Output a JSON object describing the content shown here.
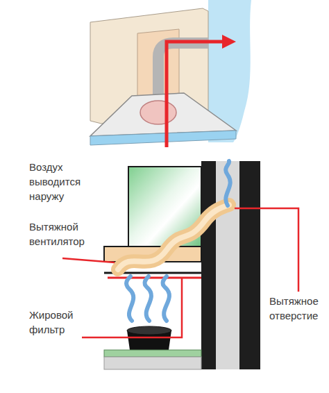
{
  "diagram": {
    "labels": [
      "Воздух выводится наружу",
      "Вытяжной вентилятор",
      "Жировой фильтр",
      "Вытяжное отверстие"
    ]
  }
}
